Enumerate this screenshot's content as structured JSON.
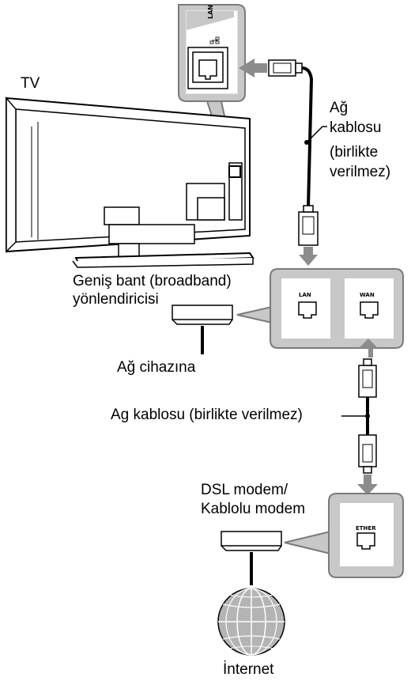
{
  "labels": {
    "tv": "TV",
    "network_cable_top": [
      "Ağ",
      "kablosu",
      "(birlikte",
      "verilmez)"
    ],
    "router": [
      "Geniş bant (broadband)",
      "yönlendiricisi"
    ],
    "to_network_device": "Ağ cihazına",
    "network_cable_mid": "Ag kablosu (birlikte verilmez)",
    "modem": [
      "DSL modem/",
      "Kablolu modem"
    ],
    "internet": "İnternet"
  },
  "ports": {
    "tv_lan": "LAN",
    "router_lan": "LAN",
    "router_wan": "WAN",
    "modem_ether": "ETHER"
  },
  "colors": {
    "callout_fill": "#c8c8c8",
    "callout_stroke": "#7a7a7a",
    "arrow": "#8c8c8c",
    "line": "#000000",
    "globe": "#b4b4b4"
  }
}
